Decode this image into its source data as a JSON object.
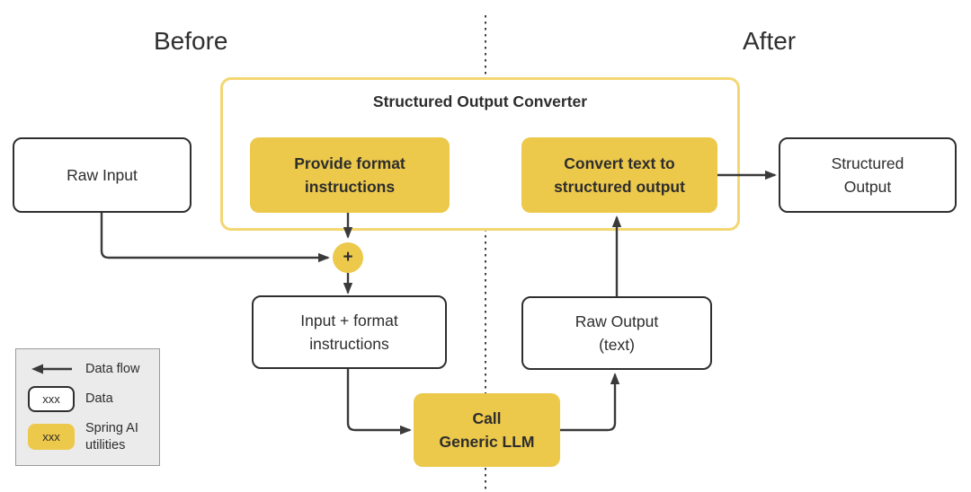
{
  "headers": {
    "before": "Before",
    "after": "After"
  },
  "converter": {
    "title": "Structured Output Converter"
  },
  "nodes": {
    "raw_input": "Raw Input",
    "provide_format": "Provide format\ninstructions",
    "convert_text": "Convert text to\nstructured  output",
    "structured_output": "Structured\nOutput",
    "plus": "+",
    "input_format": "Input + format\ninstructions",
    "raw_output": "Raw Output\n(text)",
    "call_llm": "Call\nGeneric LLM"
  },
  "legend": {
    "data_flow_label": "Data flow",
    "data_sample": "xxx",
    "data_label": "Data",
    "spring_sample": "xxx",
    "spring_label": "Spring AI\nutilities"
  },
  "colors": {
    "accent-yellow": "#ecc84b",
    "container-border": "#f3d772",
    "arrow": "#3a3a3a",
    "box-border": "#2f2f2f",
    "text": "#2d2d2d",
    "legend-bg": "#ebebeb",
    "legend-border": "#9a9a9a"
  }
}
